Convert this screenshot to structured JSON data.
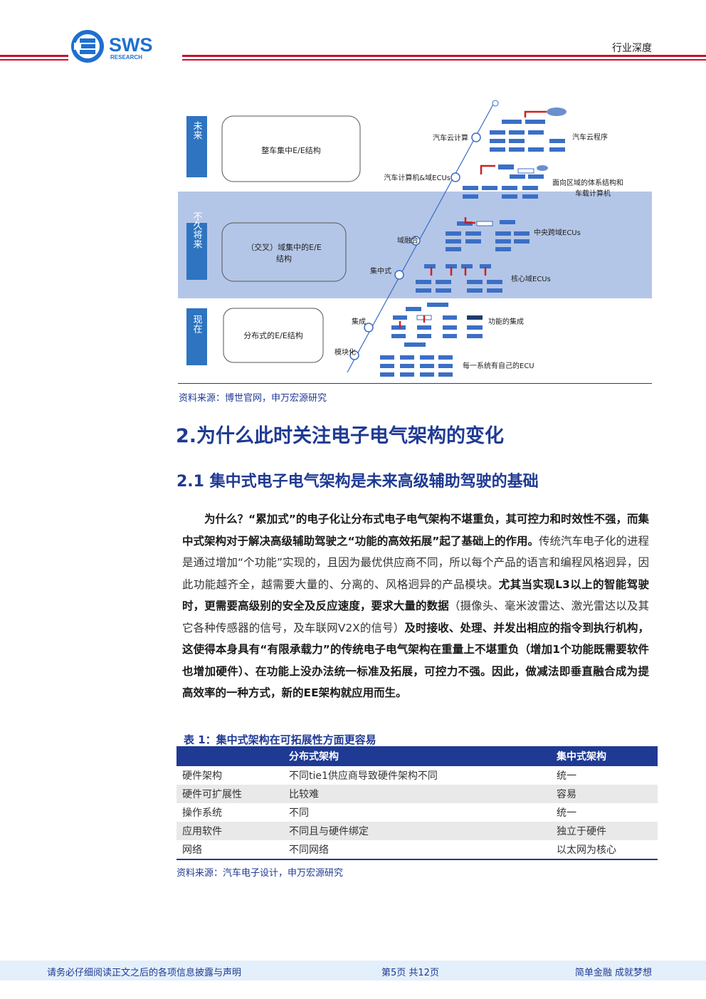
{
  "header": {
    "logo_text": "SWS",
    "logo_sub": "RESEARCH",
    "doc_type": "行业深度",
    "colors": {
      "brand_blue": "#1f3a93",
      "accent_red": "#c8102e",
      "light_blue": "#e3effa"
    }
  },
  "figure": {
    "bands": [
      {
        "label": "未来",
        "box": "整车集中E/E结构"
      },
      {
        "label": "不久将来",
        "box": "（交叉）域集中的E/E结构"
      },
      {
        "label": "现在",
        "box": "分布式的E/E结构"
      }
    ],
    "stages": [
      "汽车云计算",
      "汽车计算机&域ECUs",
      "域融合",
      "集中式",
      "集成",
      "模块化"
    ],
    "descriptions": [
      "汽车云程序",
      "面向区域的体系结构和车载计算机",
      "中央跨域ECUs",
      "核心域ECUs",
      "功能的集成",
      "每一系统有自己的ECU"
    ],
    "caption": "资料来源：博世官网，申万宏源研究"
  },
  "section": {
    "h2": "2.为什么此时关注电子电气架构的变化",
    "h3": "2.1 集中式电子电气架构是未来高级辅助驾驶的基础"
  },
  "body": {
    "p1_bold": "为什么？“累加式”的电子化让分布式电子电气架构不堪重负，其可控力和时效性不强，而集中式架构对于解决高级辅助驾驶之“功能的高效拓展”起了基础上的作用。",
    "p1_normal": "传统汽车电子化的进程是通过增加“个功能”实现的，且因为最优供应商不同，所以每个产品的语言和编程风格迥异，因此功能越齐全，越需要大量的、分离的、风格迥异的产品模块。",
    "p2_bold": "尤其当实现L3以上的智能驾驶时，更需要高级别的安全及反应速度，要求大量的数据",
    "p2_normal": "（摄像头、毫米波雷达、激光雷达以及其它各种传感器的信号，及车联网V2X的信号）",
    "p2_bold2": "及时接收、处理、并发出相应的指令到执行机构，这使得本身具有“有限承载力”的传统电子电气架构在重量上不堪重负（增加1个功能既需要软件也增加硬件）、在功能上没办法统一标准及拓展，可控力不强。因此，做减法即垂直融合成为提高效率的一种方式，新的EE架构就应用而生。"
  },
  "table": {
    "title": "表 1：集中式架构在可拓展性方面更容易",
    "headers": [
      "",
      "分布式架构",
      "集中式架构"
    ],
    "rows": [
      [
        "硬件架构",
        "不同tie1供应商导致硬件架构不同",
        "统一"
      ],
      [
        "硬件可扩展性",
        "比较难",
        "容易"
      ],
      [
        "操作系统",
        "不同",
        "统一"
      ],
      [
        "应用软件",
        "不同且与硬件绑定",
        "独立于硬件"
      ],
      [
        "网络",
        "不同网络",
        "以太网为核心"
      ]
    ],
    "source": "资料来源：汽车电子设计，申万宏源研究"
  },
  "footer": {
    "left": "请务必仔细阅读正文之后的各项信息披露与声明",
    "center": "第5页 共12页",
    "right": "简单金融 成就梦想"
  }
}
